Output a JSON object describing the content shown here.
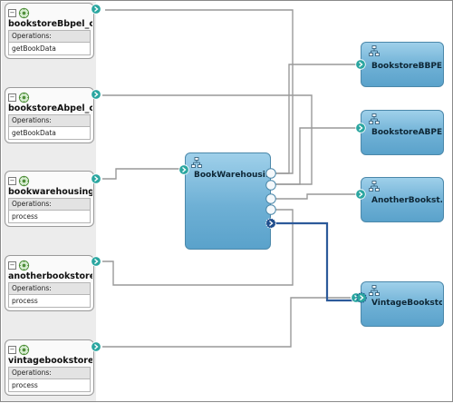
{
  "services": [
    {
      "id": "s1",
      "name": "bookstoreBbpel_cl...",
      "ops_header": "Operations:",
      "operation": "getBookData"
    },
    {
      "id": "s2",
      "name": "bookstoreAbpel_cl...",
      "ops_header": "Operations:",
      "operation": "getBookData"
    },
    {
      "id": "s3",
      "name": "bookwarehousing...",
      "ops_header": "Operations:",
      "operation": "process"
    },
    {
      "id": "s4",
      "name": "anotherbookstore...",
      "ops_header": "Operations:",
      "operation": "process"
    },
    {
      "id": "s5",
      "name": "vintagebookstore...",
      "ops_header": "Operations:",
      "operation": "process"
    }
  ],
  "components": {
    "main": {
      "label": "BookWarehousi..."
    },
    "b": {
      "label": "BookstoreBBPEL"
    },
    "a": {
      "label": "BookstoreABPEL"
    },
    "another": {
      "label": "AnotherBookst..."
    },
    "vintage": {
      "label": "VintageBooksto..."
    }
  },
  "colors": {
    "wire": "#999999",
    "selected_wire": "#2c5a9a",
    "port_fill": "#2aa6a0",
    "component_fill": "#7ab8dc"
  },
  "icons": {
    "service": "gear-globe-icon",
    "component": "process-tree-icon",
    "port": "chevron-right-icon",
    "collapse": "minus-icon"
  }
}
